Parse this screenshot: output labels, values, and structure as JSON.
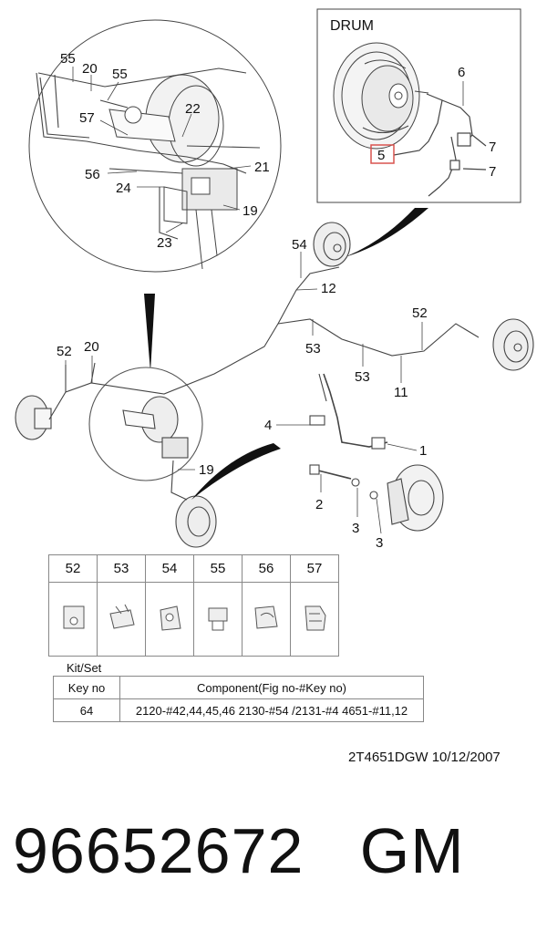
{
  "drum_inset": {
    "title": "DRUM",
    "callouts": [
      "5",
      "6",
      "7",
      "7"
    ],
    "highlight_color": "#d9534f"
  },
  "master_cylinder_inset": {
    "callouts": [
      "55",
      "20",
      "55",
      "57",
      "22",
      "21",
      "56",
      "24",
      "19",
      "23"
    ]
  },
  "main_callouts": [
    "54",
    "12",
    "52",
    "53",
    "53",
    "11",
    "52",
    "20",
    "4",
    "1",
    "19",
    "2",
    "3",
    "3"
  ],
  "parts_table": {
    "keys": [
      "52",
      "53",
      "54",
      "55",
      "56",
      "57"
    ],
    "icons": [
      "clip-52-icon",
      "clip-53-icon",
      "clip-54-icon",
      "clip-55-icon",
      "clip-56-icon",
      "clip-57-icon"
    ]
  },
  "kit": {
    "label": "Kit/Set",
    "header_key": "Key no",
    "header_component": "Component(Fig no-#Key no)",
    "row_key": "64",
    "row_component": "2120-#42,44,45,46  2130-#54 /2131-#4 4651-#11,12"
  },
  "drawing_ref": "2T4651DGW  10/12/2007",
  "part_number": "96652672   GM"
}
